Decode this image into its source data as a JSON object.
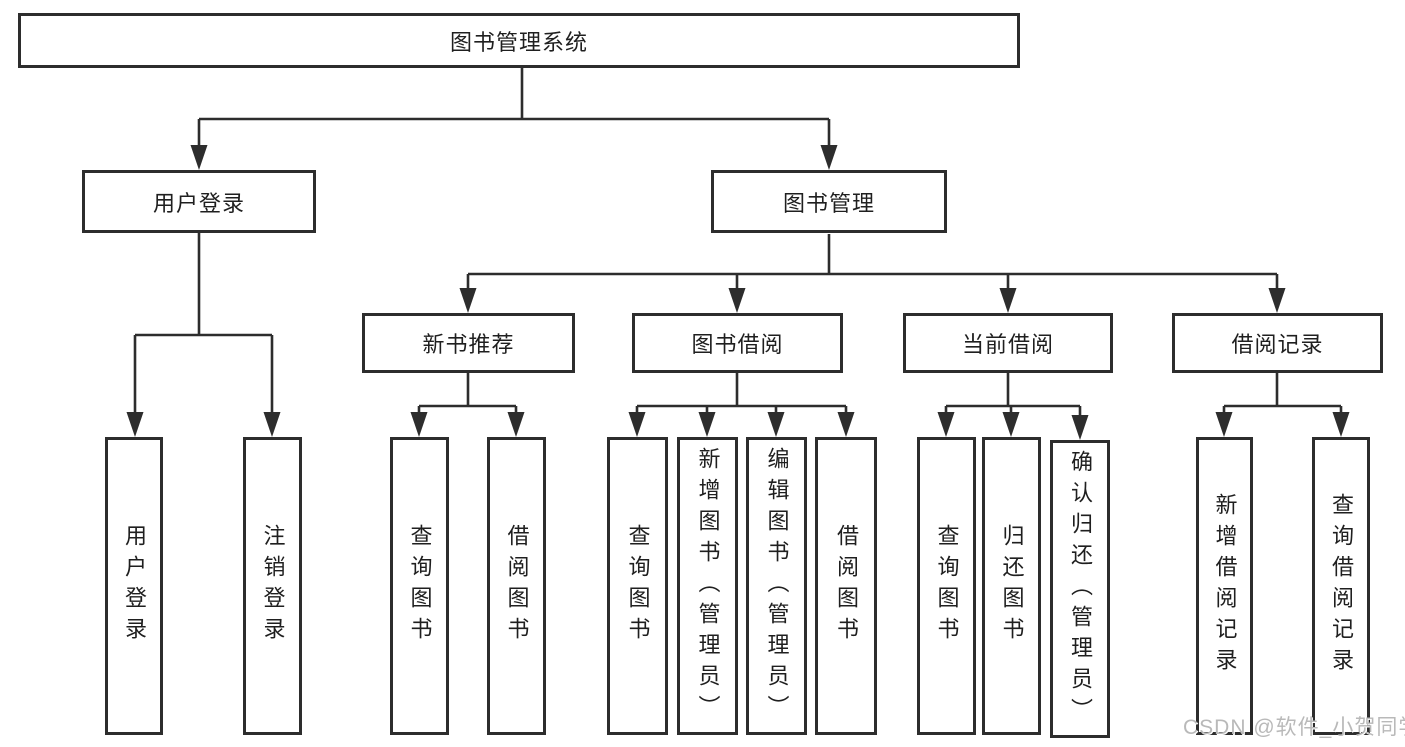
{
  "root_label": "图书管理系统",
  "level2": [
    {
      "label": "用户登录",
      "children": [
        "用户登录",
        "注销登录"
      ]
    },
    {
      "label": "图书管理"
    }
  ],
  "level3": [
    {
      "label": "新书推荐",
      "children": [
        "查询图书",
        "借阅图书"
      ]
    },
    {
      "label": "图书借阅",
      "children": [
        "查询图书",
        "新增图书（管理员）",
        "编辑图书（管理员）",
        "借阅图书"
      ]
    },
    {
      "label": "当前借阅",
      "children": [
        "查询图书",
        "归还图书",
        "确认归还（管理员）"
      ]
    },
    {
      "label": "借阅记录",
      "children": [
        "新增借阅记录",
        "查询借阅记录"
      ]
    }
  ],
  "watermark": "CSDN @软件_小贺同学",
  "colors": {
    "line": "#2d2d2d",
    "box_border": "#2d2d2d",
    "text": "#1f1f1f",
    "watermark": "#b9b9b9",
    "background": "#ffffff"
  }
}
